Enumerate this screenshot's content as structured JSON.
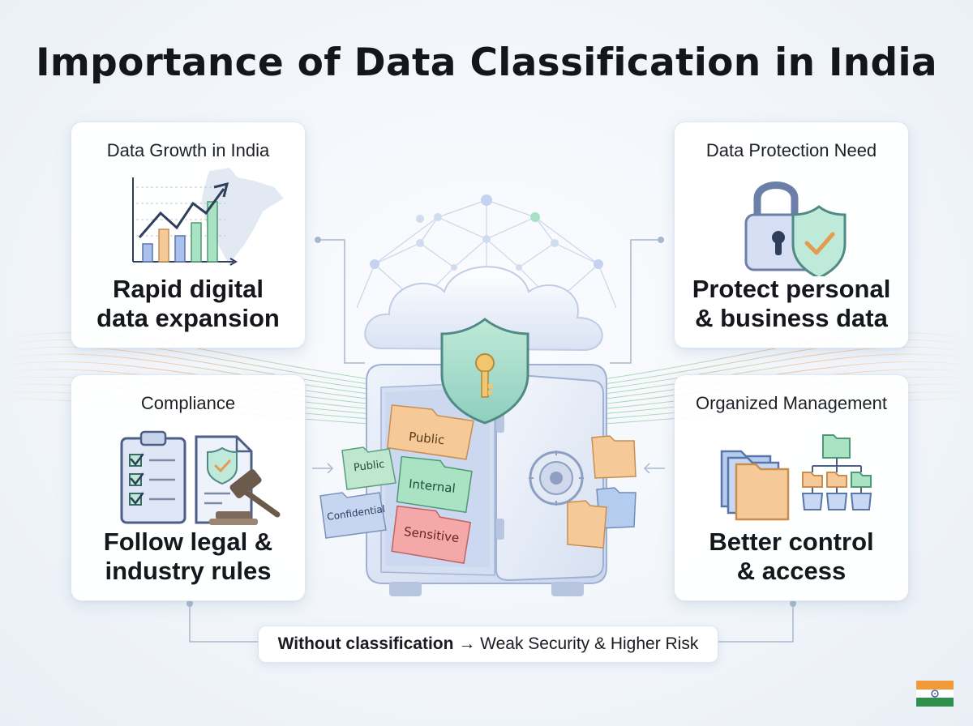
{
  "title": "Importance of Data Classification in India",
  "cards": {
    "growth": {
      "title": "Data Growth in India",
      "body_line1": "Rapid digital",
      "body_line2": "data expansion"
    },
    "protection": {
      "title": "Data Protection Need",
      "body_line1": "Protect personal",
      "body_line2": "& business data"
    },
    "compliance": {
      "title": "Compliance",
      "body_line1": "Follow legal &",
      "body_line2": "industry rules"
    },
    "management": {
      "title": "Organized Management",
      "body_line1": "Better control",
      "body_line2": "& access"
    }
  },
  "vault": {
    "folders": [
      "Public",
      "Internal",
      "Sensitive"
    ],
    "side_folders": [
      "Public",
      "Confidential"
    ]
  },
  "banner": {
    "bold": "Without classification",
    "arrow": "→",
    "rest": "Weak Security & Higher Risk"
  },
  "colors": {
    "accent_blue": "#7fa3d6",
    "accent_green": "#6fcfa6",
    "accent_orange": "#f2b47a",
    "folder_orange": "#f6c998",
    "folder_green": "#a9e3c4",
    "folder_red": "#f5a8a8",
    "folder_blue": "#b4cdee"
  },
  "icons": [
    "trend-chart-icon",
    "india-map-icon",
    "padlock-icon",
    "shield-check-icon",
    "checklist-clipboard-icon",
    "gavel-document-icon",
    "folder-stack-icon",
    "hierarchy-icon",
    "cloud-icon",
    "shield-key-icon",
    "vault-icon",
    "india-flag-icon"
  ]
}
